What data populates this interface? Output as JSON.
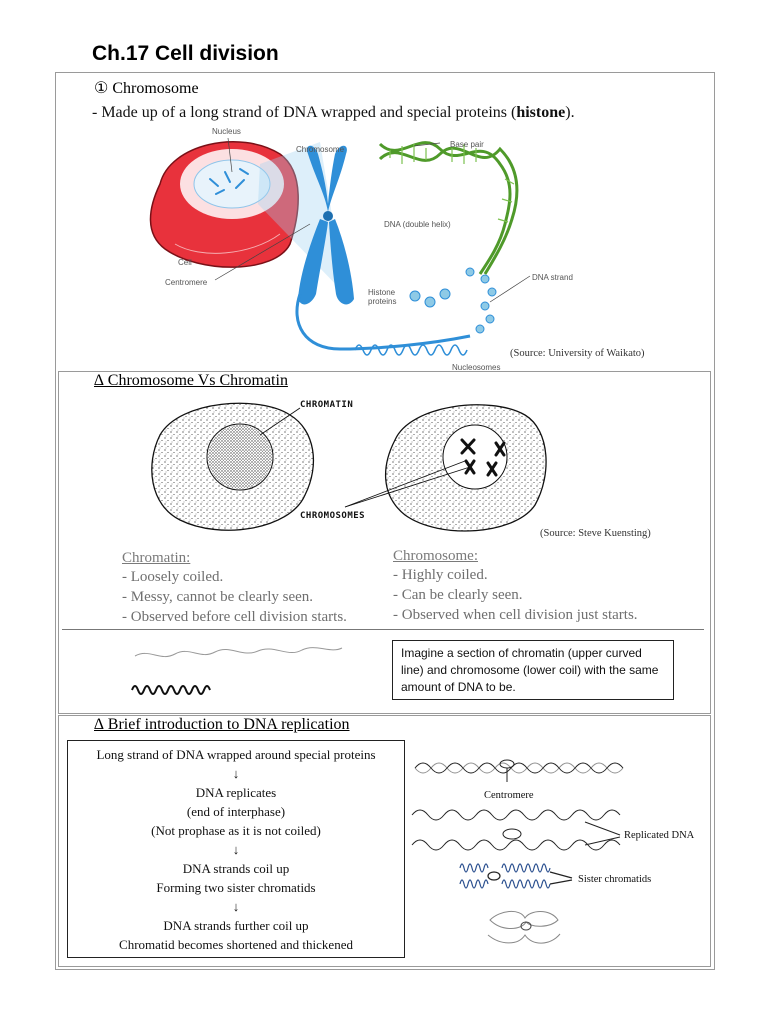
{
  "title": "Ch.17 Cell division",
  "section1": {
    "heading": "① Chromosome",
    "desc_prefix": "- Made up of a long strand of DNA wrapped and special proteins (",
    "desc_bold": "histone",
    "desc_suffix": ").",
    "labels": {
      "nucleus": "Nucleus",
      "chromosome": "Chromosome",
      "cell": "Cell",
      "centromere": "Centromere",
      "base_pair": "Base pair",
      "dna_double_helix": "DNA (double helix)",
      "dna_strand": "DNA strand",
      "histone_proteins": "Histone\nproteins",
      "nucleosomes": "Nucleosomes"
    },
    "source": "(Source: University of Waikato)"
  },
  "section2": {
    "heading": "∆ Chromosome Vs Chromatin",
    "label_chromatin": "CHROMATIN",
    "label_chromosomes": "CHROMOSOMES",
    "source": "(Source: Steve Kuensting)",
    "chromatin": {
      "title": "Chromatin:",
      "items": [
        "- Loosely coiled.",
        "- Messy, cannot be clearly seen.",
        "- Observed before cell division starts."
      ]
    },
    "chromosome": {
      "title": "Chromosome:",
      "items": [
        "- Highly coiled.",
        "- Can be clearly seen.",
        "- Observed when cell division just starts."
      ]
    },
    "note": "Imagine a section of chromatin (upper curved line) and chromosome (lower coil) with the same amount of DNA to be."
  },
  "section3": {
    "heading": "∆ Brief introduction to DNA replication",
    "flow": [
      "Long strand of DNA wrapped around special proteins",
      "↓",
      "DNA replicates",
      "(end of interphase)",
      "(Not prophase as it is not coiled)",
      "↓",
      "DNA strands coil up",
      "Forming two sister chromatids",
      "↓",
      "DNA strands further coil up",
      "Chromatid becomes shortened and thickened"
    ],
    "labels": {
      "centromere": "Centromere",
      "replicated_dna": "Replicated DNA",
      "sister_chromatids": "Sister chromatids"
    }
  },
  "colors": {
    "cell_red": "#e8323c",
    "chromosome_blue": "#2f8fd8",
    "dna_green": "#4f9a2a",
    "gray_text": "#6f6f6f"
  }
}
